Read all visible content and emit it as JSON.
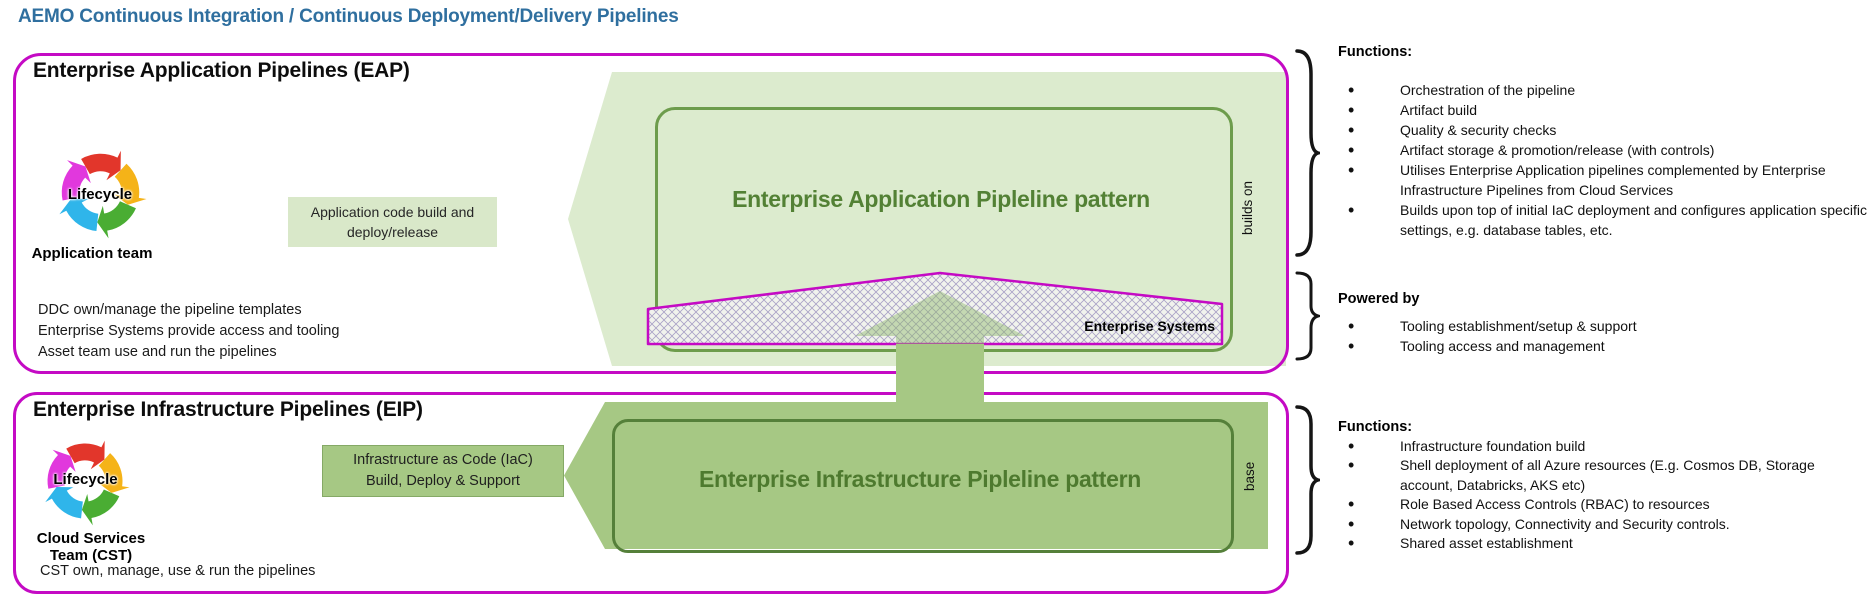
{
  "title": "AEMO Continuous Integration / Continuous Deployment/Delivery Pipelines",
  "colors": {
    "accent_magenta": "#c40ac4",
    "title_blue": "#2f6f9f",
    "light_green": "#dcebce",
    "callout_light_green": "#d9e8c9",
    "mid_green": "#a6c884",
    "pattern_border_green": "#6d9c4c",
    "pattern_text_green": "#538135",
    "dark_border_green": "#55803a"
  },
  "eap": {
    "heading": "Enterprise Application Pipelines (EAP)",
    "lifecycle_label": "Lifecycle",
    "team_label": "Application team",
    "callout_line1": "Application code build and",
    "callout_line2": "deploy/release",
    "notes": [
      "DDC own/manage the pipeline templates",
      "Enterprise Systems provide access and tooling",
      "Asset team use and run the pipelines"
    ],
    "pattern_label": "Enterprise Application Pipleline pattern",
    "enterprise_systems_label": "Enterprise Systems",
    "builds_on_label": "builds on",
    "functions_heading": "Functions:",
    "functions": [
      "Orchestration of the pipeline",
      "Artifact build",
      "Quality & security checks",
      "Artifact storage & promotion/release (with controls)",
      "Utilises Enterprise Application pipelines complemented by Enterprise Infrastructure Pipelines from Cloud Services",
      "Builds upon top of initial IaC deployment and configures application specific settings, e.g. database tables, etc."
    ],
    "powered_by_heading": "Powered by",
    "powered_by": [
      "Tooling establishment/setup & support",
      "Tooling access and management"
    ]
  },
  "eip": {
    "heading": "Enterprise Infrastructure Pipelines (EIP)",
    "lifecycle_label": "Lifecycle",
    "team_label": "Cloud Services Team (CST)",
    "callout_line1": "Infrastructure as Code (IaC)",
    "callout_line2": "Build, Deploy & Support",
    "note": "CST own, manage, use & run the pipelines",
    "pattern_label": "Enterprise Infrastructure Pipleline pattern",
    "base_label": "base",
    "functions_heading": "Functions:",
    "functions": [
      "Infrastructure foundation build",
      "Shell deployment of all Azure resources (E.g. Cosmos DB, Storage account, Databricks, AKS etc)",
      "Role Based Access Controls (RBAC) to resources",
      "Network topology, Connectivity and Security controls.",
      "Shared asset establishment"
    ]
  }
}
